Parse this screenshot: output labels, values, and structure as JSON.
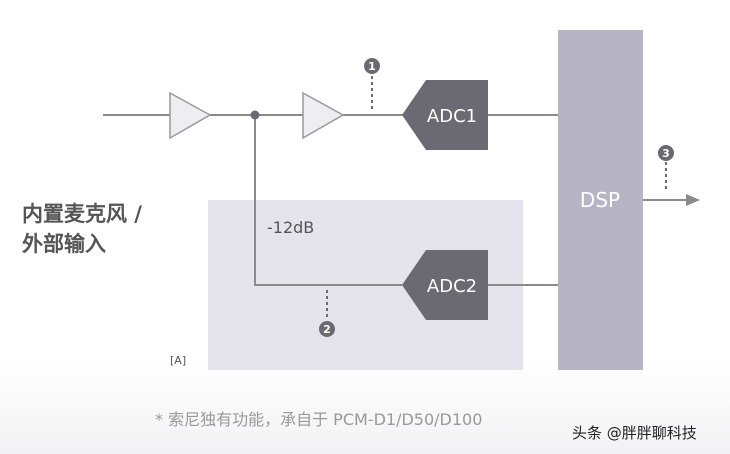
{
  "input_label_line1": "内置麦克风 /",
  "input_label_line2": "外部输入",
  "adc1": "ADC1",
  "adc2": "ADC2",
  "dsp": "DSP",
  "attenuation": "-12dB",
  "box_label": "[A]",
  "markers": [
    "1",
    "2",
    "3"
  ],
  "footnote": "* 索尼独有功能，承自于 PCM-D1/D50/D100",
  "watermark": "头条 @胖胖聊科技",
  "colors": {
    "line": "#8a8a8a",
    "amp_fill": "#eeeef2",
    "adc": "#6b6a72",
    "dsp": "#b7b4c6",
    "box": "#e5e3eb",
    "text": "#555555"
  }
}
